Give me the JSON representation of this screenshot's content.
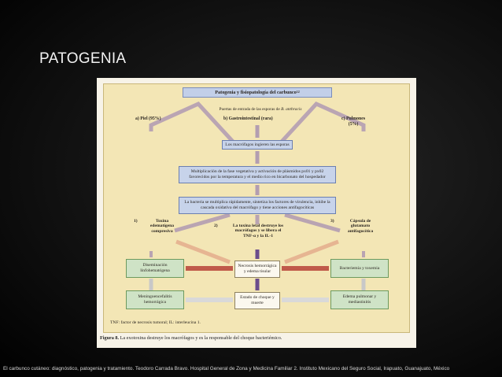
{
  "slide": {
    "title": "PATOGENIA",
    "footer": "El carbunco cutáneo: diagnóstico, patogenia y tratamiento. Teodoro Carrada Bravo. Hospital General de Zona y Medicina Familiar 2. Instituto Mexicano del Seguro Social, Irapuato, Guanajuato, México"
  },
  "figure": {
    "header": "Patogenia y fisiopatología del carbunco",
    "header_ref": "12",
    "entry_label_1": "Puertas de entrada de las esporas de",
    "entry_label_organism": "B. anthracis",
    "route_a": "a) Piel (95%)",
    "route_b": "b) Gastrointestinal (rara)",
    "route_c_1": "c) Pulmones",
    "route_c_2": "(5%)",
    "macrophages": "Los macrófagos ingieren las esporas",
    "multiplication": "Multiplicación de la fase vegetativa y activación de plásmidos px01 y px02 favorecidos por la temperatura y el medio rico en bicarbonato del hospedador",
    "bacteria": "La bacteria se multiplica rápidamente, sintetiza los factores de virulencia, inhibe la cascada oxidativa del macrófago y tiene acciones antifagocíticas",
    "toxin_num": "1)",
    "toxin_1": "Toxina",
    "toxin_2": "edematígena",
    "toxin_3": "compresiva",
    "lethal_num": "2)",
    "lethal_1": "La toxina letal destruye los",
    "lethal_2": "macrófagos y se libera el",
    "lethal_3": "TNF-α y la IL-1",
    "capsule_num": "3)",
    "capsule_1": "Cápsula de",
    "capsule_2": "glutamato",
    "capsule_3": "antifagocítica",
    "dissemination": "Diseminación linfohematógena",
    "necrosis": "Necrosis hemorrágica y edema tisular",
    "bacteremia": "Bacteriemia y toxemia",
    "meningo": "Meningoencefalitis hemorrágica",
    "shock": "Estado de choque y muerte",
    "edema": "Edema pulmonar y mediastinitis",
    "legend": "TNF: factor de necrosis tumoral; IL: interleucina 1."
  },
  "caption": {
    "label": "Figura 8.",
    "text": "La exotoxina destruye los macrófagos y es la responsable del choque bacteriémico."
  }
}
